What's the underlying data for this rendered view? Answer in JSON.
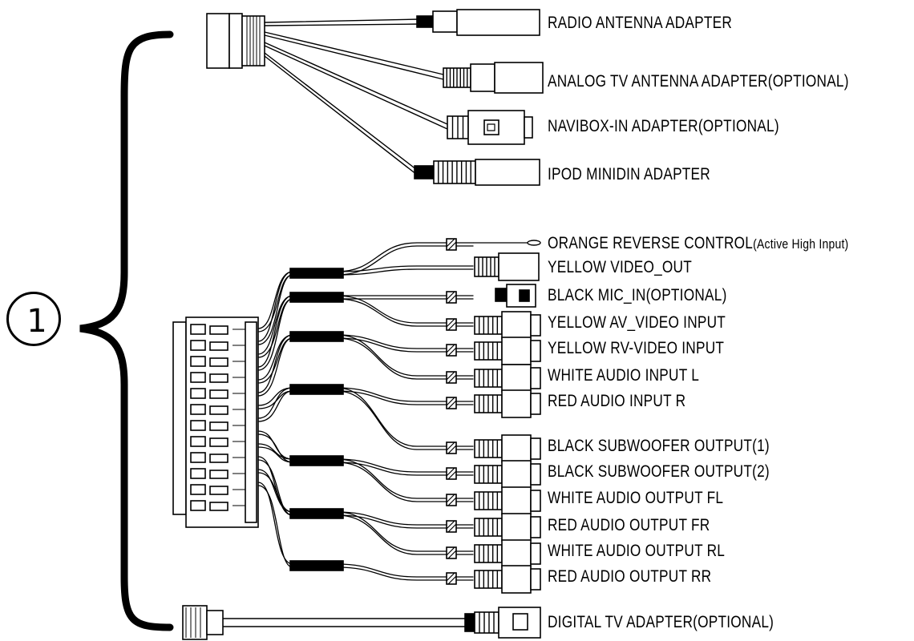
{
  "diagram": {
    "marker": "1",
    "colors": {
      "line": "#000000",
      "background": "#ffffff"
    },
    "top_group": [
      {
        "text": "RADIO  ANTENNA ADAPTER",
        "connector": "plug-antenna"
      },
      {
        "text": "ANALOG TV  ANTENNA ADAPTER(OPTIONAL)",
        "connector": "plug-antenna-tv"
      },
      {
        "text": "NAVIBOX-IN  ADAPTER(OPTIONAL)",
        "connector": "socket-navibox"
      },
      {
        "text": "IPOD  MINIDIN  ADAPTER",
        "connector": "plug-minidin"
      }
    ],
    "wire_group": [
      {
        "text": "ORANGE  REVERSE  CONTROL",
        "suffix": "(Active High Input)",
        "connector": "bare-wire"
      },
      {
        "text": "YELLOW  VIDEO_OUT",
        "connector": "rca-female"
      },
      {
        "text": "BLACK  MIC_IN(OPTIONAL)",
        "connector": "mic-jack"
      },
      {
        "text": "YELLOW  AV_VIDEO INPUT",
        "connector": "rca-male"
      },
      {
        "text": "YELLOW  RV-VIDEO  INPUT",
        "connector": "rca-male"
      },
      {
        "text": "WHITE  AUDIO INPUT  L",
        "connector": "rca-male"
      },
      {
        "text": "RED  AUDIO INPUT  R",
        "connector": "rca-male"
      },
      {
        "text": "BLACK  SUBWOOFER  OUTPUT(1)",
        "connector": "rca-male"
      },
      {
        "text": "BLACK  SUBWOOFER  OUTPUT(2)",
        "connector": "rca-male"
      },
      {
        "text": "WHITE  AUDIO OUTPUT  FL",
        "connector": "rca-male"
      },
      {
        "text": "RED  AUDIO  OUTPUT  FR",
        "connector": "rca-male"
      },
      {
        "text": "WHITE AUDIO OUTPUT RL",
        "connector": "rca-male"
      },
      {
        "text": "RED AUDIO OUTPUT RR",
        "connector": "rca-male"
      }
    ],
    "bottom_group": [
      {
        "text": "DIGITAL  TV  ADAPTER(OPTIONAL)",
        "connector": "plug-digital-tv"
      }
    ]
  }
}
